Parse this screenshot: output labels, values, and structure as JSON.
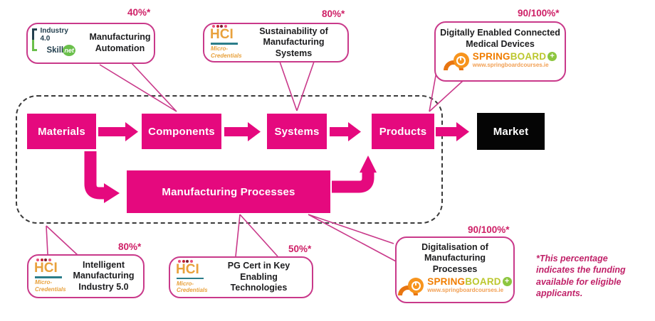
{
  "flow": {
    "boxes": [
      {
        "label": "Materials"
      },
      {
        "label": "Components"
      },
      {
        "label": "Systems"
      },
      {
        "label": "Products"
      },
      {
        "label": "Market"
      }
    ],
    "process_box": {
      "label": "Manufacturing Processes"
    }
  },
  "callouts": [
    {
      "percent": "40%*",
      "text": "Manufacturing Automation",
      "logo": "industry-4.0-skillnet"
    },
    {
      "percent": "80%*",
      "text": "Sustainability of Manufacturing Systems",
      "logo": "hci-micro-credentials"
    },
    {
      "percent": "90/100%*",
      "text": "Digitally Enabled Connected Medical Devices",
      "logo": "springboard-plus"
    },
    {
      "percent": "80%*",
      "text": "Intelligent Manufacturing Industry 5.0",
      "logo": "hci-micro-credentials"
    },
    {
      "percent": "50%*",
      "text": "PG Cert in Key Enabling Technologies",
      "logo": "hci-micro-credentials"
    },
    {
      "percent": "90/100%*",
      "text": "Digitalisation of Manufacturing Processes",
      "logo": "springboard-plus"
    }
  ],
  "logos": {
    "industry_skillnet": {
      "line1": "Industry",
      "line2": "4.0",
      "skill": "Skill",
      "net": "net"
    },
    "hci": {
      "letters": "HCI",
      "micro": "Micro-",
      "credentials": "Credentials"
    },
    "springboard": {
      "spring": "SPRING",
      "board": "BOARD",
      "plus": "+",
      "url": "www.springboardcourses.ie"
    }
  },
  "footnote": "*This percentage indicates the funding available for eligible applicants.",
  "colors": {
    "magenta": "#E5097E",
    "black_box": "#050505",
    "callout_border": "#C9398A",
    "percent_text": "#CE1F66",
    "footnote_text": "#C02168",
    "dashed_border": "#3a3a3a",
    "skillnet_green": "#6ABF4B",
    "hci_gold": "#E8A13C",
    "springboard_orange": "#F07D00",
    "springboard_green": "#8DC63F"
  }
}
